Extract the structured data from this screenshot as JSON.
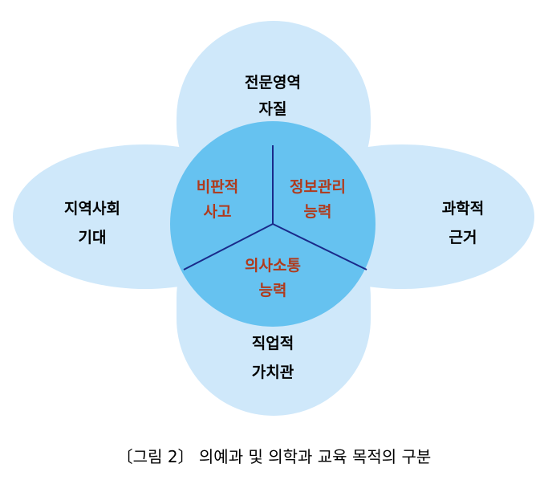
{
  "petals": {
    "top": [
      "전문영역",
      "자질"
    ],
    "left": [
      "지역사회",
      "기대"
    ],
    "right": [
      "과학적",
      "근거"
    ],
    "bottom": [
      "직업적",
      "가치관"
    ]
  },
  "center": {
    "left": [
      "비판적",
      "사고"
    ],
    "right": [
      "정보관리",
      "능력"
    ],
    "bottom": [
      "의사소통",
      "능력"
    ]
  },
  "caption": "〔그림 2〕 의예과 및 의학과 교육 목적의 구분",
  "colors": {
    "petal_fill": "#cfe8fa",
    "center_fill": "#66c2f0",
    "divider": "#1a2a8a",
    "inner_text": "#b03a1c"
  }
}
